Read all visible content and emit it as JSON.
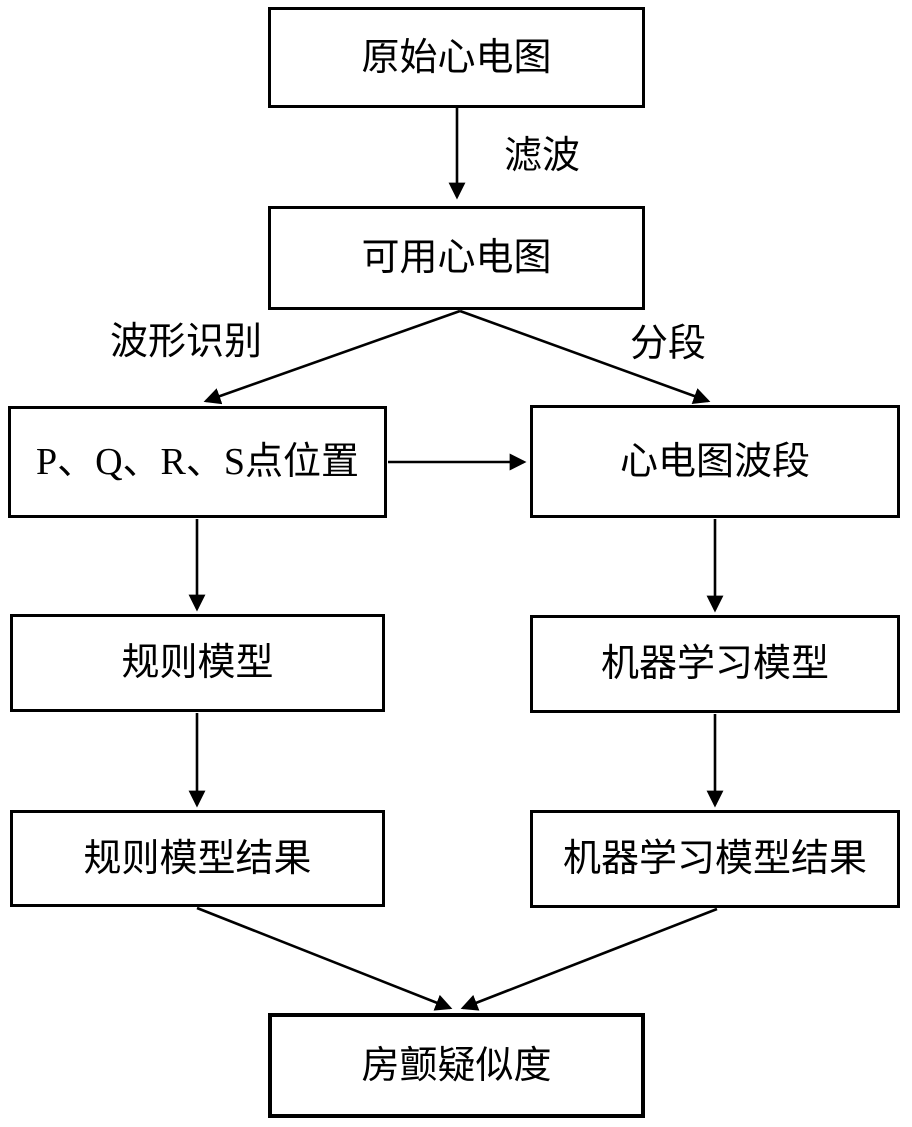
{
  "diagram": {
    "title": "ECG atrial fibrillation detection flowchart",
    "colors": {
      "line": "#000000",
      "background": "#ffffff",
      "text": "#000000"
    },
    "nodes": [
      {
        "id": "original-ecg",
        "label": "原始心电图"
      },
      {
        "id": "usable-ecg",
        "label": "可用心电图"
      },
      {
        "id": "pqrs-positions",
        "label": "P、Q、R、S点位置"
      },
      {
        "id": "ecg-segments",
        "label": "心电图波段"
      },
      {
        "id": "rule-model",
        "label": "规则模型"
      },
      {
        "id": "ml-model",
        "label": "机器学习模型"
      },
      {
        "id": "rule-model-result",
        "label": "规则模型结果"
      },
      {
        "id": "ml-model-result",
        "label": "机器学习模型结果"
      },
      {
        "id": "af-suspicion",
        "label": "房颤疑似度"
      }
    ],
    "edge_labels": [
      {
        "id": "filter",
        "label": "滤波"
      },
      {
        "id": "waveform-recognition",
        "label": "波形识别"
      },
      {
        "id": "segmentation",
        "label": "分段"
      }
    ],
    "edges": [
      {
        "from": "original-ecg",
        "to": "usable-ecg",
        "label": "滤波"
      },
      {
        "from": "usable-ecg",
        "to": "pqrs-positions",
        "label": "波形识别"
      },
      {
        "from": "usable-ecg",
        "to": "ecg-segments",
        "label": "分段"
      },
      {
        "from": "pqrs-positions",
        "to": "ecg-segments",
        "label": ""
      },
      {
        "from": "pqrs-positions",
        "to": "rule-model",
        "label": ""
      },
      {
        "from": "ecg-segments",
        "to": "ml-model",
        "label": ""
      },
      {
        "from": "rule-model",
        "to": "rule-model-result",
        "label": ""
      },
      {
        "from": "ml-model",
        "to": "ml-model-result",
        "label": ""
      },
      {
        "from": "rule-model-result",
        "to": "af-suspicion",
        "label": ""
      },
      {
        "from": "ml-model-result",
        "to": "af-suspicion",
        "label": ""
      }
    ]
  }
}
